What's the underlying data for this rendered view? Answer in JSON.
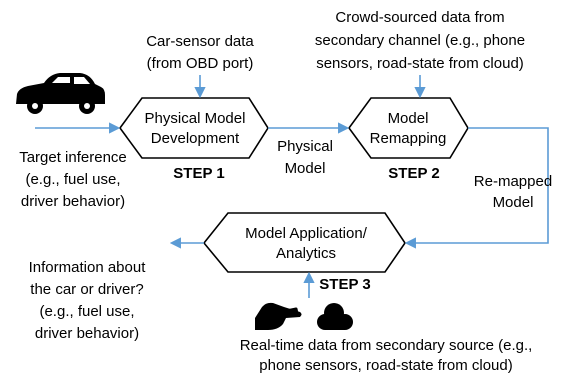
{
  "colors": {
    "arrow": "#5b9bd5",
    "outline": "#000000",
    "text": "#000000"
  },
  "icons": [
    "car-icon",
    "phone-in-hand-icon",
    "cloud-icon"
  ],
  "inputs": {
    "car_sensor": [
      "Car-sensor data",
      "(from OBD port)"
    ],
    "crowd_sourced": [
      "Crowd-sourced data from",
      "secondary channel (e.g., phone",
      "sensors, road-state from cloud)"
    ],
    "realtime": [
      "Real-time data from secondary source (e.g.,",
      "phone sensors, road-state from cloud)"
    ]
  },
  "target_inference": [
    "Target inference",
    "(e.g., fuel use,",
    "driver behavior)"
  ],
  "steps": [
    {
      "name": [
        "Physical Model",
        "Development"
      ],
      "label": "STEP 1"
    },
    {
      "name": [
        "Model",
        "Remapping"
      ],
      "label": "STEP 2"
    },
    {
      "name": [
        "Model Application/",
        "Analytics"
      ],
      "label": "STEP 3"
    }
  ],
  "edges": {
    "physical_model": [
      "Physical",
      "Model"
    ],
    "remapped_model": [
      "Re-mapped",
      "Model"
    ]
  },
  "output": [
    "Information about",
    "the car or driver?",
    "(e.g., fuel use,",
    "driver behavior)"
  ]
}
